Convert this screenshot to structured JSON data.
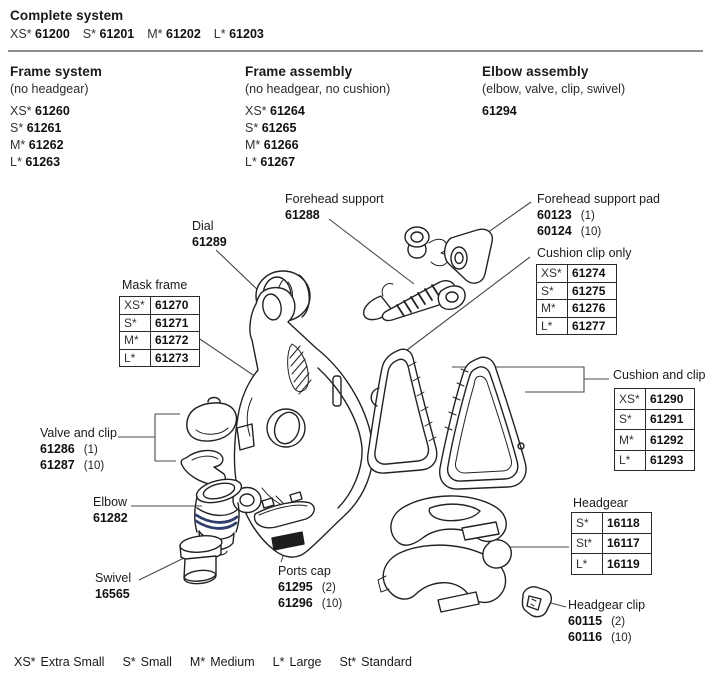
{
  "page": {
    "header": {
      "complete_system": {
        "title": "Complete system",
        "variants": [
          {
            "size": "XS*",
            "part": "61200"
          },
          {
            "size": "S*",
            "part": "61201"
          },
          {
            "size": "M*",
            "part": "61202"
          },
          {
            "size": "L*",
            "part": "61203"
          }
        ]
      },
      "frame_system": {
        "title": "Frame system",
        "subtitle": "(no headgear)",
        "variants": [
          {
            "size": "XS*",
            "part": "61260"
          },
          {
            "size": "S*",
            "part": "61261"
          },
          {
            "size": "M*",
            "part": "61262"
          },
          {
            "size": "L*",
            "part": "61263"
          }
        ]
      },
      "frame_assembly": {
        "title": "Frame assembly",
        "subtitle": "(no headgear, no cushion)",
        "variants": [
          {
            "size": "XS*",
            "part": "61264"
          },
          {
            "size": "S*",
            "part": "61265"
          },
          {
            "size": "M*",
            "part": "61266"
          },
          {
            "size": "L*",
            "part": "61267"
          }
        ]
      },
      "elbow_assembly": {
        "title": "Elbow assembly",
        "subtitle": "(elbow, valve, clip, swivel)",
        "part": "61294"
      }
    },
    "callouts": {
      "dial": {
        "name": "Dial",
        "part": "61289"
      },
      "forehead_support": {
        "name": "Forehead support",
        "part": "61288"
      },
      "forehead_support_pad": {
        "name": "Forehead support pad",
        "parts": [
          {
            "part": "60123",
            "qty": "(1)"
          },
          {
            "part": "60124",
            "qty": "(10)"
          }
        ]
      },
      "cushion_clip_only": {
        "name": "Cushion clip only",
        "rows": [
          {
            "size": "XS*",
            "part": "61274"
          },
          {
            "size": "S*",
            "part": "61275"
          },
          {
            "size": "M*",
            "part": "61276"
          },
          {
            "size": "L*",
            "part": "61277"
          }
        ]
      },
      "mask_frame": {
        "name": "Mask frame",
        "rows": [
          {
            "size": "XS*",
            "part": "61270"
          },
          {
            "size": "S*",
            "part": "61271"
          },
          {
            "size": "M*",
            "part": "61272"
          },
          {
            "size": "L*",
            "part": "61273"
          }
        ]
      },
      "cushion_and_clip": {
        "name": "Cushion and clip",
        "rows": [
          {
            "size": "XS*",
            "part": "61290"
          },
          {
            "size": "S*",
            "part": "61291"
          },
          {
            "size": "M*",
            "part": "61292"
          },
          {
            "size": "L*",
            "part": "61293"
          }
        ]
      },
      "valve_and_clip": {
        "name": "Valve and clip",
        "parts": [
          {
            "part": "61286",
            "qty": "(1)"
          },
          {
            "part": "61287",
            "qty": "(10)"
          }
        ]
      },
      "elbow": {
        "name": "Elbow",
        "part": "61282"
      },
      "swivel": {
        "name": "Swivel",
        "part": "16565"
      },
      "ports_cap": {
        "name": "Ports cap",
        "parts": [
          {
            "part": "61295",
            "qty": "(2)"
          },
          {
            "part": "61296",
            "qty": "(10)"
          }
        ]
      },
      "headgear": {
        "name": "Headgear",
        "rows": [
          {
            "size": "S*",
            "part": "16118"
          },
          {
            "size": "St*",
            "part": "16117"
          },
          {
            "size": "L*",
            "part": "16119"
          }
        ]
      },
      "headgear_clip": {
        "name": "Headgear clip",
        "parts": [
          {
            "part": "60115",
            "qty": "(2)"
          },
          {
            "part": "60116",
            "qty": "(10)"
          }
        ]
      }
    },
    "footer": {
      "legend": [
        {
          "abbr": "XS*",
          "label": "Extra Small"
        },
        {
          "abbr": "S*",
          "label": "Small"
        },
        {
          "abbr": "M*",
          "label": "Medium"
        },
        {
          "abbr": "L*",
          "label": "Large"
        },
        {
          "abbr": "St*",
          "label": "Standard"
        }
      ]
    },
    "colors": {
      "ink": "#1a1a1a",
      "elbow_ring": "#2f3f6e",
      "divider": "#8e8e8e"
    }
  }
}
